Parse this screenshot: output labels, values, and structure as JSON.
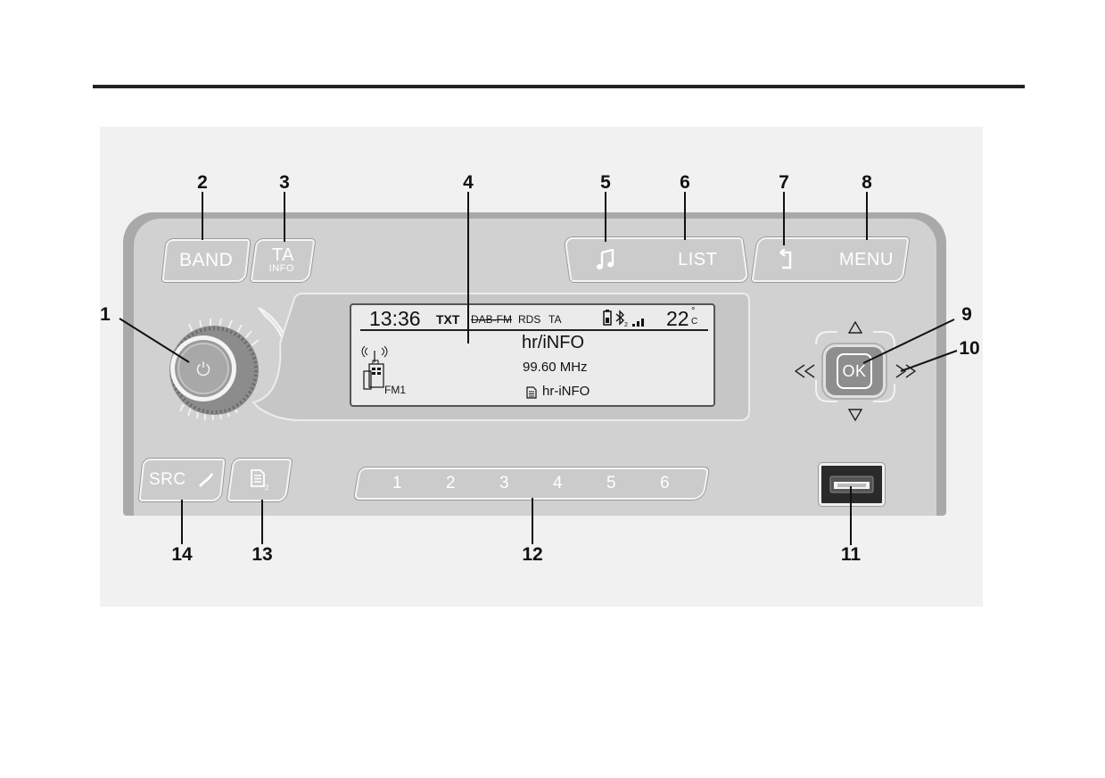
{
  "callouts": [
    "1",
    "2",
    "3",
    "4",
    "5",
    "6",
    "7",
    "8",
    "9",
    "10",
    "11",
    "12",
    "13",
    "14"
  ],
  "buttons": {
    "band": "BAND",
    "ta_main": "TA",
    "ta_sub": "INFO",
    "list": "LIST",
    "menu": "MENU",
    "ok": "OK",
    "src": "SRC"
  },
  "presets": [
    "1",
    "2",
    "3",
    "4",
    "5",
    "6"
  ],
  "display": {
    "time": "13:36",
    "txt": "TXT",
    "dab_fm": "DAB-FM",
    "rds": "RDS",
    "ta": "TA",
    "temperature": "22",
    "temperature_unit_top": "°",
    "temperature_unit_bottom": "C",
    "station": "hr/iNFO",
    "frequency": "99.60 MHz",
    "radio_text": "hr-iNFO",
    "band_label": "FM1"
  },
  "icons": [
    "power-icon",
    "music-note-icon",
    "back-arrow-icon",
    "phone-icon",
    "document-icon",
    "triangle-up-icon",
    "triangle-down-icon",
    "rewind-icon",
    "fast-forward-icon",
    "usb-port-icon",
    "battery-icon",
    "bluetooth-icon",
    "signal-icon",
    "radio-tower-icon"
  ]
}
